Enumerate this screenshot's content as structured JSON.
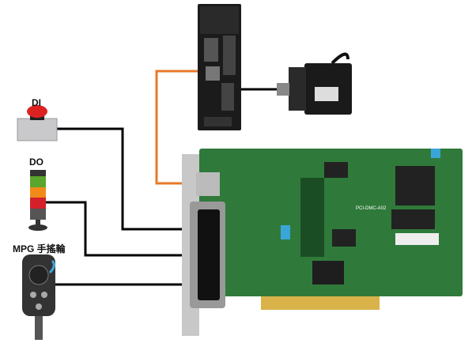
{
  "labels": {
    "di": "DI",
    "do": "DO",
    "mpg": "MPG 手搖輪"
  },
  "board": {
    "model": "PCI-DMC-A02"
  },
  "colors": {
    "ethernet_cable": "#e8782a",
    "wire": "#000000",
    "pcb": "#2f7a3a",
    "gold": "#d9b24a"
  }
}
